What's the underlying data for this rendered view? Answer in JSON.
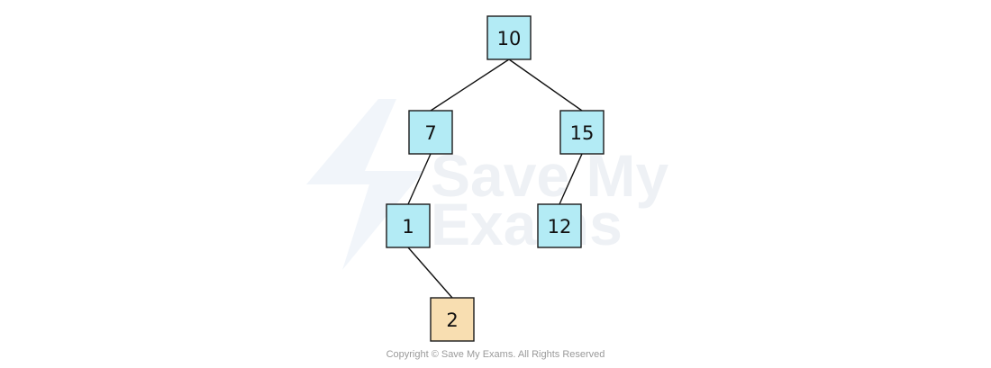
{
  "watermark": {
    "line1": "Save My",
    "line2": "Exams"
  },
  "colors": {
    "node_default": "#b3ebf5",
    "node_highlight": "#f8deb1"
  },
  "tree": {
    "nodes": [
      {
        "id": "n10",
        "label": "10",
        "highlight": false
      },
      {
        "id": "n7",
        "label": "7",
        "highlight": false
      },
      {
        "id": "n15",
        "label": "15",
        "highlight": false
      },
      {
        "id": "n1",
        "label": "1",
        "highlight": false
      },
      {
        "id": "n12",
        "label": "12",
        "highlight": false
      },
      {
        "id": "n2",
        "label": "2",
        "highlight": true
      }
    ],
    "edges": [
      {
        "from": "n10",
        "to": "n7"
      },
      {
        "from": "n10",
        "to": "n15"
      },
      {
        "from": "n7",
        "to": "n1"
      },
      {
        "from": "n15",
        "to": "n12"
      },
      {
        "from": "n1",
        "to": "n2"
      }
    ]
  },
  "footer": {
    "copyright": "Copyright © Save My Exams. All Rights Reserved"
  }
}
